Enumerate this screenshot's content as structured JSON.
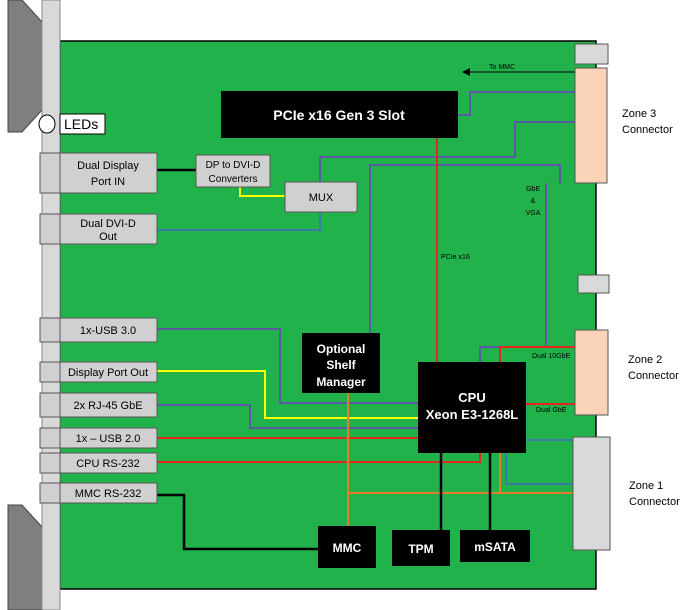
{
  "blocks": {
    "leds": "LEDs",
    "dp_in": [
      "Dual Display",
      "Port IN"
    ],
    "dp_dvi": [
      "DP to DVI-D",
      "Converters"
    ],
    "mux": "MUX",
    "dvi_out": [
      "Dual DVI-D",
      "Out"
    ],
    "pcie_slot": "PCIe x16 Gen 3 Slot",
    "usb3": "1x-USB 3.0",
    "dp_out": "Display Port Out",
    "rj45": "2x RJ-45 GbE",
    "usb2": "1x – USB 2.0",
    "cpu_rs232": "CPU RS-232",
    "mmc_rs232": "MMC RS-232",
    "shelf_manager": [
      "Optional",
      "Shelf",
      "Manager"
    ],
    "cpu": [
      "CPU",
      "Xeon E3-1268L"
    ],
    "mmc": "MMC",
    "tpm": "TPM",
    "msata": "mSATA"
  },
  "connectors": {
    "zone3": [
      "Zone 3",
      "Connector"
    ],
    "zone2": [
      "Zone 2",
      "Connector"
    ],
    "zone1": [
      "Zone 1",
      "Connector"
    ]
  },
  "annotations": {
    "to_mmc": "To MMC",
    "gbe_vga": [
      "GbE",
      "&",
      "VGA"
    ],
    "pcie_x16": "PCIe x16",
    "dual_10gbe": "Dual 10GbE",
    "dual_gbe": "Dual GbE"
  },
  "colors": {
    "board": "#22b24c",
    "panel": "#d9d9d9",
    "handle": "#7f7f7f",
    "grey_box": "#d0d0d0",
    "connector_peach": "#fad3b8",
    "connector_grey": "#d9d9d9",
    "purple": "#5b58a6",
    "red": "#e8251c",
    "yellow": "#ffff00",
    "orange": "#e47c2a",
    "teal": "#3b79a9",
    "black": "#000000"
  }
}
